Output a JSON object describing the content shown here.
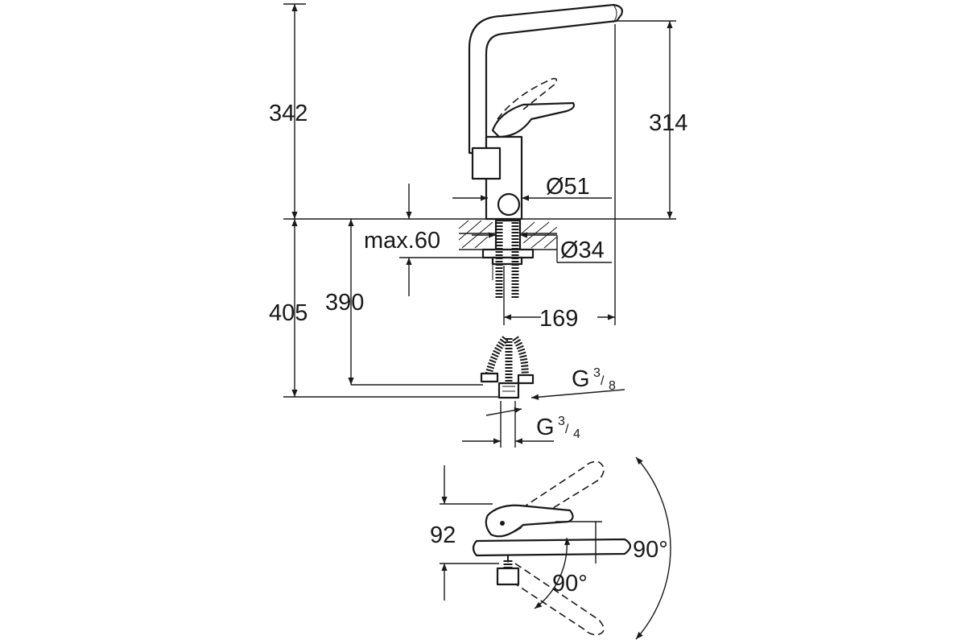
{
  "dimensions": {
    "total_height": "342",
    "spout_height": "314",
    "base_diameter": "Ø51",
    "deck_thickness": "max.60",
    "mount_hole": "Ø34",
    "below_deck_total": "405",
    "hose_length": "390",
    "spout_reach": "169",
    "thread_small": "G",
    "thread_small_num": "3",
    "thread_small_den": "8",
    "thread_large": "G",
    "thread_large_num": "3",
    "thread_large_den": "4",
    "handle_depth": "92",
    "handle_swing": "90°",
    "spout_swing": "90°"
  }
}
